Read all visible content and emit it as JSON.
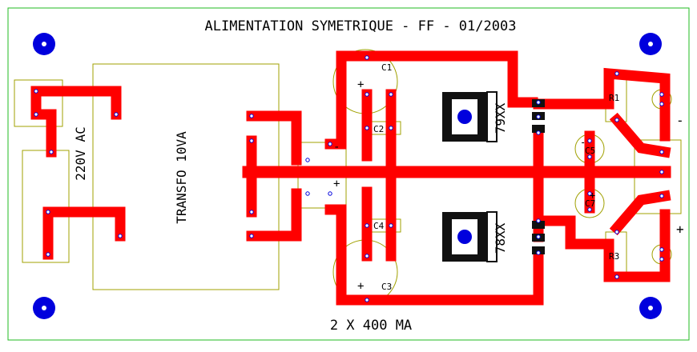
{
  "board": {
    "title": "ALIMENTATION SYMETRIQUE - FF - 01/2003",
    "footer": "2 X 400 MA",
    "outline_color": "#22bb22",
    "trace_color": "#ff0000",
    "silk_color": "#a0a000",
    "pad_color": "#0000dd"
  },
  "labels": {
    "mains": "220V AC",
    "transformer": "TRANSFO 10VA",
    "c1": "C1",
    "c2": "C2",
    "c3": "C3",
    "c4": "C4",
    "c5": "C5",
    "c7": "C7",
    "r1": "R1",
    "r3": "R3",
    "reg_neg": "79XX",
    "reg_pos": "78XX",
    "minus": "-",
    "plus": "+",
    "out_minus": "-",
    "out_plus": "+"
  }
}
